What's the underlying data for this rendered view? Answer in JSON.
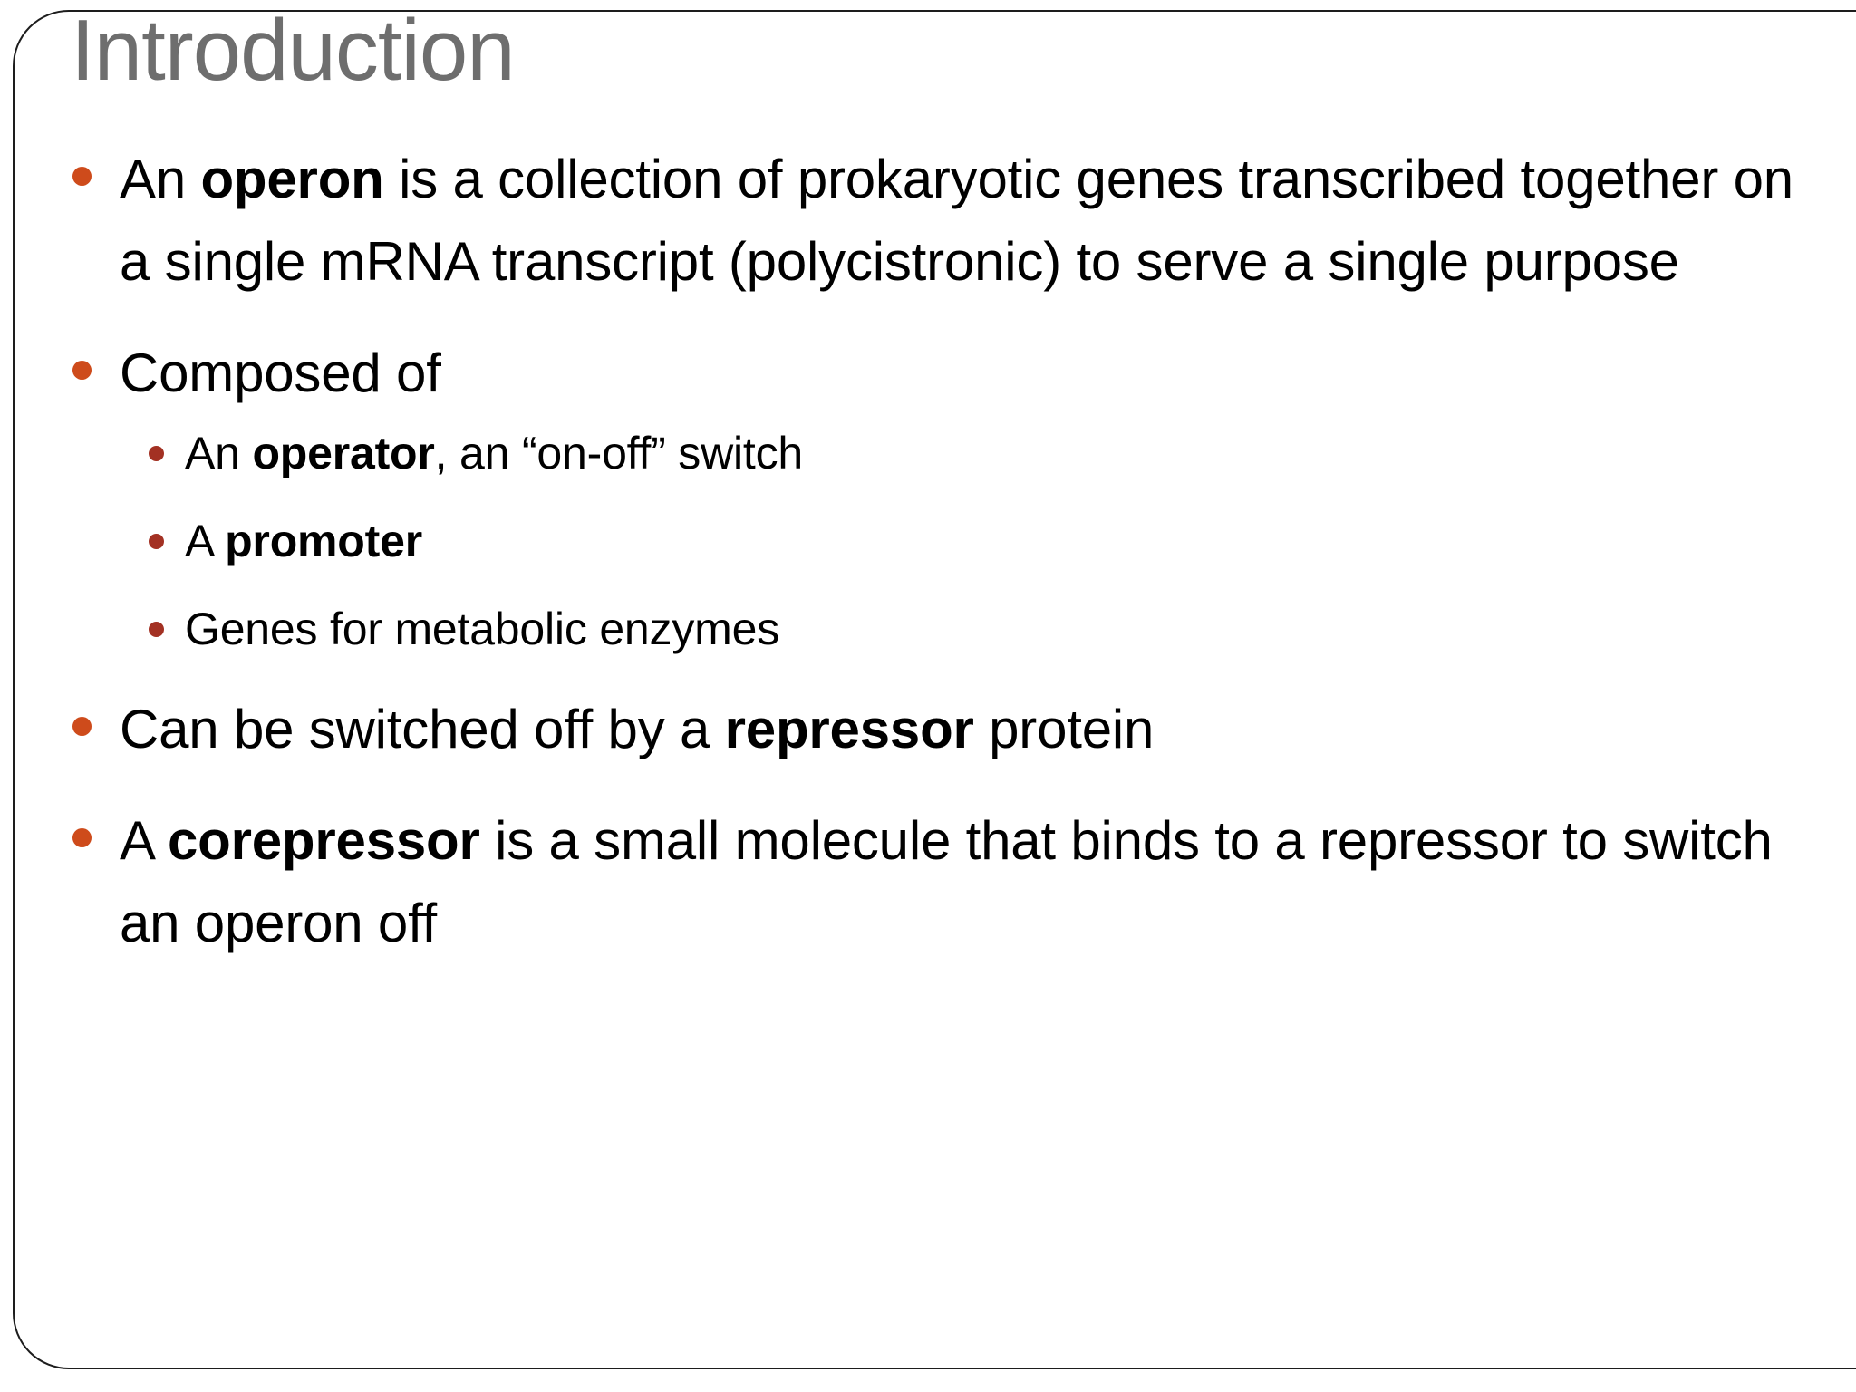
{
  "slide": {
    "title": "Introduction",
    "title_color": "#6e6e6e",
    "background_color": "#ffffff",
    "border_color": "#1d1d1d",
    "bullet_color_level1": "#ce4b1b",
    "bullet_color_level2": "#a33123",
    "text_color": "#000000"
  },
  "bullets": [
    {
      "level": 1,
      "parts": [
        {
          "text": "An ",
          "bold": false
        },
        {
          "text": "operon",
          "bold": true
        },
        {
          "text": " is a collection of prokaryotic genes transcribed together on a single mRNA transcript (polycistronic) to serve a single purpose",
          "bold": false
        }
      ],
      "plain": "An operon is a collection of prokaryotic genes transcribed together on a single mRNA transcript (polycistronic) to serve a single purpose"
    },
    {
      "level": 1,
      "parts": [
        {
          "text": "Composed of",
          "bold": false
        }
      ],
      "plain": "Composed of"
    },
    {
      "level": 2,
      "parts": [
        {
          "text": "An ",
          "bold": false
        },
        {
          "text": "operator",
          "bold": true
        },
        {
          "text": ", an “on-off” switch",
          "bold": false
        }
      ],
      "plain": "An operator, an “on-off” switch"
    },
    {
      "level": 2,
      "parts": [
        {
          "text": "A ",
          "bold": false
        },
        {
          "text": "promoter",
          "bold": true
        }
      ],
      "plain": "A promoter"
    },
    {
      "level": 2,
      "parts": [
        {
          "text": "Genes for metabolic enzymes",
          "bold": false
        }
      ],
      "plain": "Genes for metabolic enzymes"
    },
    {
      "level": 1,
      "parts": [
        {
          "text": "Can be switched off by a ",
          "bold": false
        },
        {
          "text": "repressor",
          "bold": true
        },
        {
          "text": " protein",
          "bold": false
        }
      ],
      "plain": "Can be switched off by a repressor protein"
    },
    {
      "level": 1,
      "parts": [
        {
          "text": "A ",
          "bold": false
        },
        {
          "text": "corepressor",
          "bold": true
        },
        {
          "text": " is a small molecule that binds to a repressor to switch an operon off",
          "bold": false
        }
      ],
      "plain": "A corepressor is a small molecule that binds to a repressor to switch an operon off"
    }
  ]
}
